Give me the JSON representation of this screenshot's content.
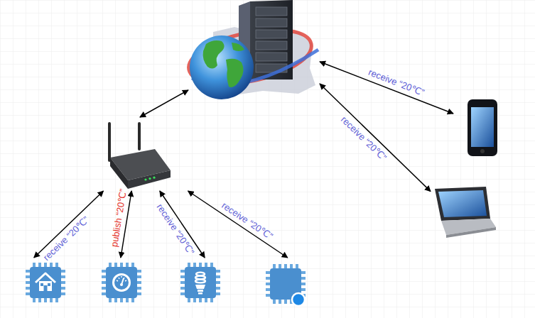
{
  "diagram": {
    "nodes": [
      {
        "text": []
      },
      {
        "text": []
      },
      {
        "text": []
      },
      {
        "text": []
      },
      {
        "text": []
      },
      {
        "text": []
      },
      {
        "text": []
      },
      {
        "text": []
      }
    ],
    "edges": [
      {
        "from": 1,
        "to": 0,
        "arrow": "both"
      },
      {
        "from": 0,
        "to": 2,
        "label": "receive “20℃”",
        "arrow": "both"
      },
      {
        "from": 0,
        "to": 3,
        "label": "receive “20℃”",
        "arrow": "both"
      },
      {
        "from": 1,
        "to": 4,
        "label": "receive “20℃”",
        "arrow": "both"
      },
      {
        "from": 1,
        "to": 5,
        "label": "publish “20℃”",
        "arrow": "both"
      },
      {
        "from": 1,
        "to": 6,
        "label": "receive “20℃”",
        "arrow": "both"
      },
      {
        "from": 1,
        "to": 7,
        "label": "receive “20℃”",
        "arrow": "both"
      }
    ]
  }
}
